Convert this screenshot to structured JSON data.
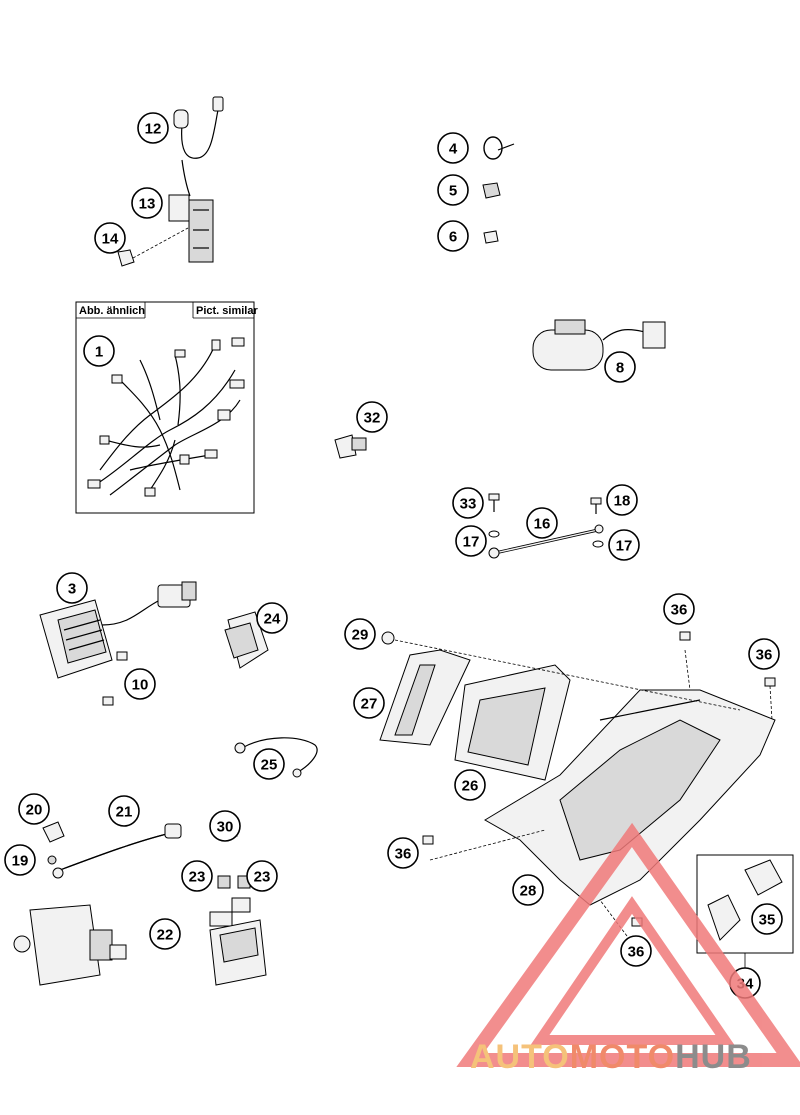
{
  "harness_box": {
    "label_left": "Abb. ähnlich",
    "label_right": "Pict. similar"
  },
  "callouts": [
    {
      "id": "c1",
      "label": "1"
    },
    {
      "id": "c3",
      "label": "3"
    },
    {
      "id": "c4",
      "label": "4"
    },
    {
      "id": "c5",
      "label": "5"
    },
    {
      "id": "c6",
      "label": "6"
    },
    {
      "id": "c8",
      "label": "8"
    },
    {
      "id": "c10",
      "label": "10"
    },
    {
      "id": "c12",
      "label": "12"
    },
    {
      "id": "c13",
      "label": "13"
    },
    {
      "id": "c14",
      "label": "14"
    },
    {
      "id": "c16",
      "label": "16"
    },
    {
      "id": "c17a",
      "label": "17"
    },
    {
      "id": "c17b",
      "label": "17"
    },
    {
      "id": "c18",
      "label": "18"
    },
    {
      "id": "c19",
      "label": "19"
    },
    {
      "id": "c20",
      "label": "20"
    },
    {
      "id": "c21",
      "label": "21"
    },
    {
      "id": "c22",
      "label": "22"
    },
    {
      "id": "c23a",
      "label": "23"
    },
    {
      "id": "c23b",
      "label": "23"
    },
    {
      "id": "c24",
      "label": "24"
    },
    {
      "id": "c25",
      "label": "25"
    },
    {
      "id": "c26",
      "label": "26"
    },
    {
      "id": "c27",
      "label": "27"
    },
    {
      "id": "c28",
      "label": "28"
    },
    {
      "id": "c29",
      "label": "29"
    },
    {
      "id": "c30",
      "label": "30"
    },
    {
      "id": "c32",
      "label": "32"
    },
    {
      "id": "c33",
      "label": "33"
    },
    {
      "id": "c34",
      "label": "34"
    },
    {
      "id": "c35",
      "label": "35"
    },
    {
      "id": "c36a",
      "label": "36"
    },
    {
      "id": "c36b",
      "label": "36"
    },
    {
      "id": "c36c",
      "label": "36"
    },
    {
      "id": "c36d",
      "label": "36"
    }
  ],
  "watermark": {
    "part1": "AUTO",
    "part2": "MOTO",
    "part3": "HUB",
    "color_auto": "#f5c27a",
    "color_moto": "#f08a6a",
    "color_hub": "#8c8c8c",
    "triangle_color": "#f07a7a"
  }
}
